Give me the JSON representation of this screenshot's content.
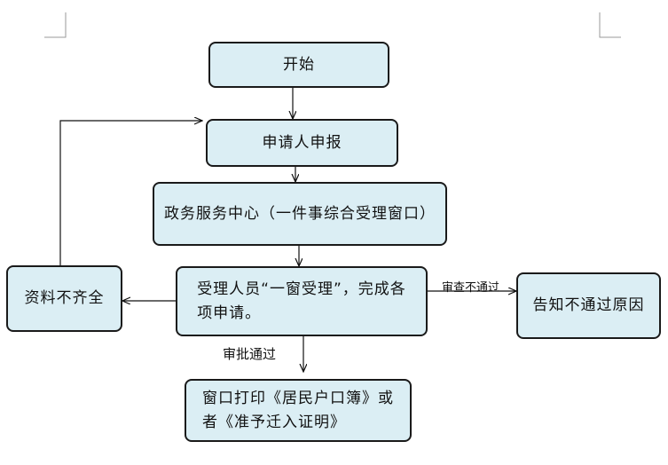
{
  "nodes": {
    "start": "开始",
    "apply": "申请人申报",
    "center": "政务服务中心（一件事综合受理窗口）",
    "accept": "受理人员“一窗受理”，完成各\n项申请。",
    "incomplete": "资料不齐全",
    "notify": "告知不通过原因",
    "print": "窗口打印《居民户口簿》或\n者《准予迁入证明》"
  },
  "edges": {
    "review_fail": "审查不通过",
    "approved": "审批通过"
  }
}
